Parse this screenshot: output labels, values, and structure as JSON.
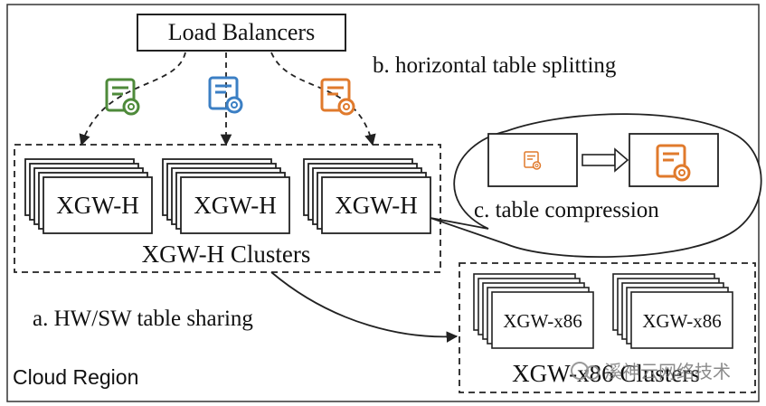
{
  "load_balancers": {
    "label": "Load Balancers"
  },
  "labels": {
    "horizontal_splitting": "b. horizontal table splitting",
    "table_compression": "c.  table compression",
    "hw_sw_sharing": "a. HW/SW table sharing",
    "cloud_region": "Cloud Region"
  },
  "xgw_h": {
    "node_label": "XGW-H",
    "cluster_label": "XGW-H Clusters"
  },
  "xgw_x86": {
    "node_label": "XGW-x86",
    "cluster_label": "XGW-x86 Clusters"
  },
  "icons": [
    {
      "name": "config-icon-green",
      "color": "#4e8a3a"
    },
    {
      "name": "config-icon-blue",
      "color": "#3b7fc4"
    },
    {
      "name": "config-icon-orange",
      "color": "#e07a2c"
    }
  ],
  "watermark": "溪神云网络技术",
  "colors": {
    "border": "#222222",
    "text": "#111111"
  }
}
